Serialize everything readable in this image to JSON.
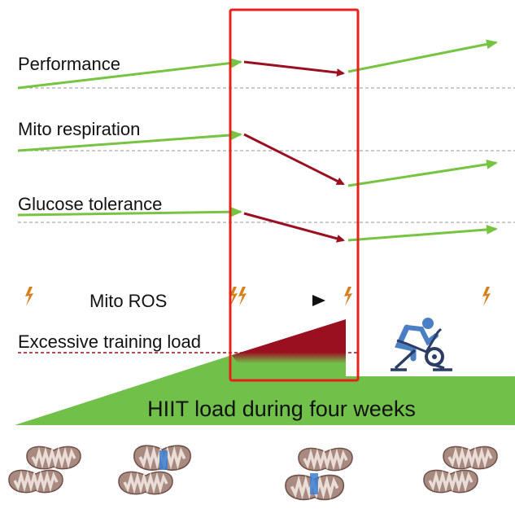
{
  "metrics": [
    {
      "label": "Performance"
    },
    {
      "label": "Mito respiration"
    },
    {
      "label": "Glucose tolerance"
    }
  ],
  "ros_label": "Mito ROS",
  "threshold_label": "Excessive training load",
  "load_label": "HIIT load during four weeks",
  "colors": {
    "improve": "#76c442",
    "decline": "#9b1020",
    "ros": "#d4801c",
    "highlight": "#e8201a",
    "load": "#70c04a",
    "bike": "#4a7fc4"
  }
}
